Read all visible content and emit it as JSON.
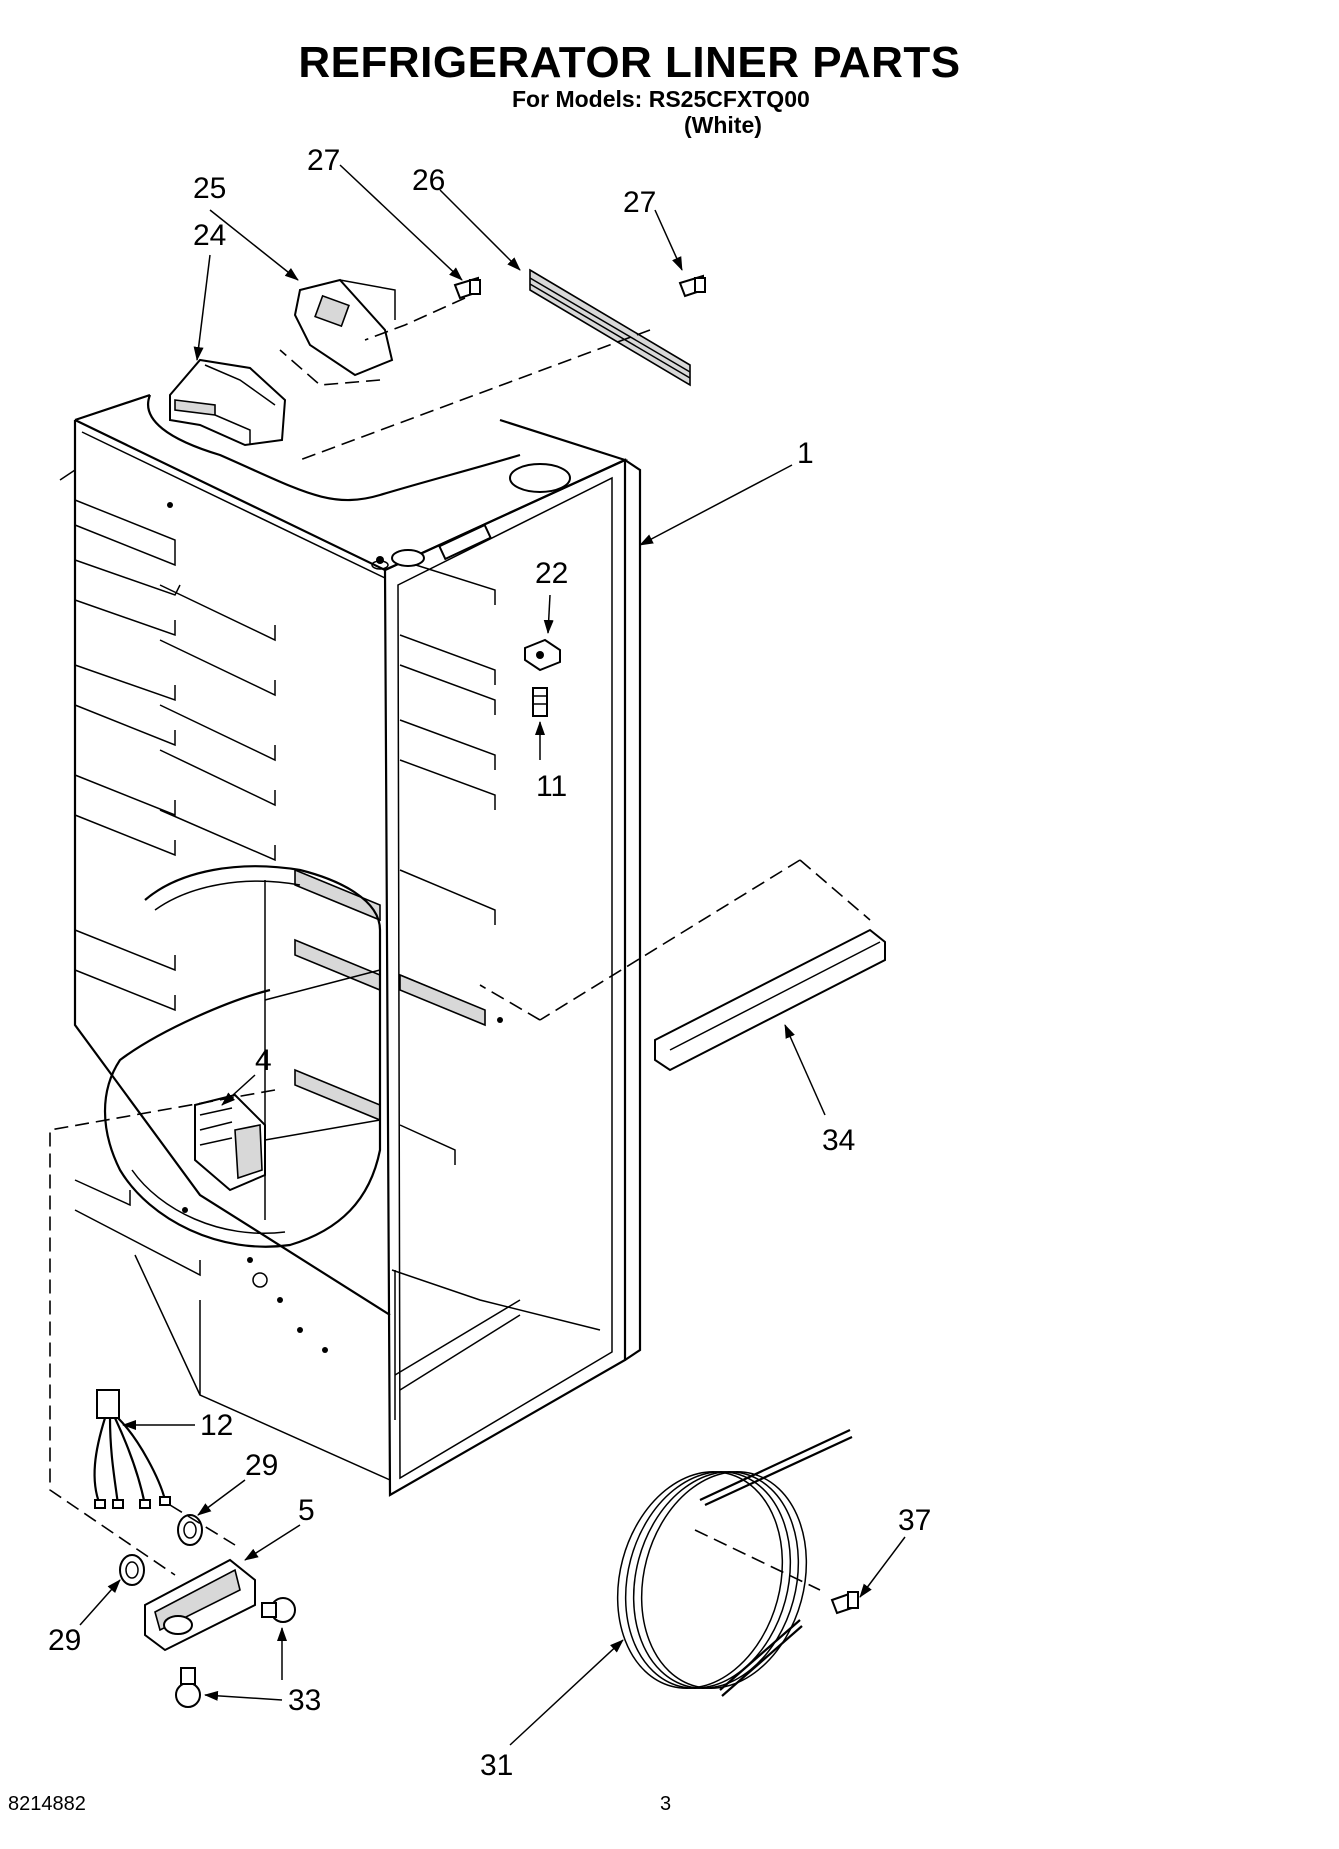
{
  "header": {
    "title": "REFRIGERATOR LINER PARTS",
    "models_line": "For Models: RS25CFXTQ00",
    "color_line": "(White)"
  },
  "callouts": {
    "c1": "1",
    "c4": "4",
    "c5": "5",
    "c11": "11",
    "c12": "12",
    "c22": "22",
    "c24": "24",
    "c25": "25",
    "c26": "26",
    "c27a": "27",
    "c27b": "27",
    "c29a": "29",
    "c29b": "29",
    "c31": "31",
    "c33": "33",
    "c34": "34",
    "c37": "37"
  },
  "footer": {
    "doc_number": "8214882",
    "page_number": "3"
  }
}
